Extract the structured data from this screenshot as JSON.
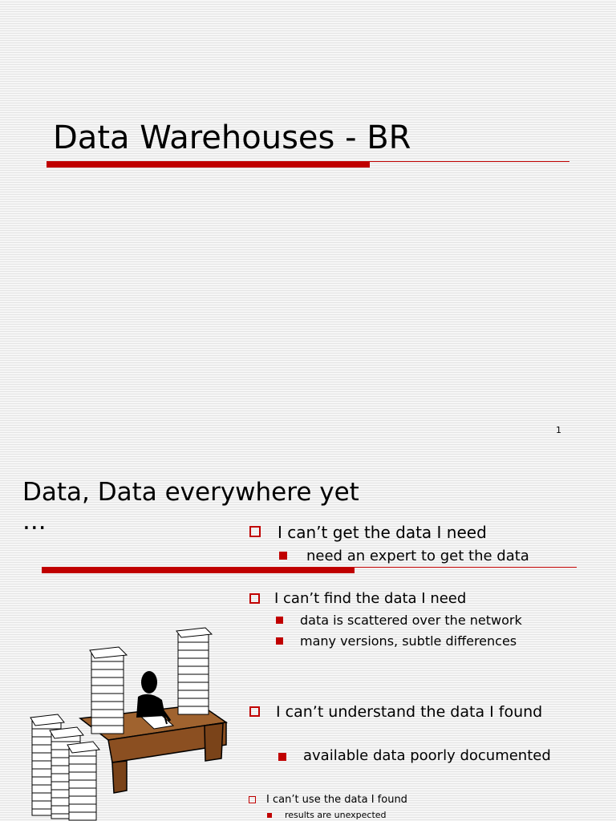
{
  "slide1": {
    "title": "Data Warehouses - BR",
    "slide_number": "1"
  },
  "slide2": {
    "title": "Data, Data everywhere yet ...",
    "bullets": [
      {
        "text": "I can’t get the data I need",
        "sub": [
          "need an expert to get the data"
        ]
      },
      {
        "text": "I can’t find the data I need",
        "sub": [
          "data is scattered over the network",
          "many versions, subtle differences"
        ]
      },
      {
        "text": "I can’t understand the data I found",
        "sub": [
          "available data poorly documented"
        ]
      },
      {
        "text": "I can’t use the data I found",
        "sub": [
          "results are unexpected"
        ]
      }
    ],
    "clipart": "person-at-desk-with-paper-stacks-icon"
  },
  "colors": {
    "accent": "#c00000",
    "background": "#f3f3f3"
  }
}
